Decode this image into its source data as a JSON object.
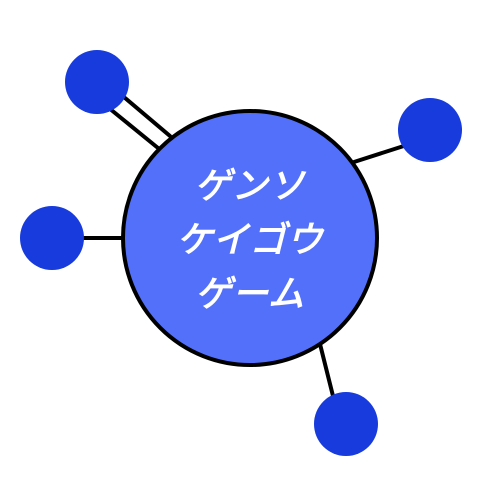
{
  "logo": {
    "lines": [
      "ゲンソ",
      "ケイゴウ",
      "ゲーム"
    ]
  },
  "colors": {
    "background": "#ffffff",
    "center_fill": "#5270fa",
    "center_stroke": "#000000",
    "satellite_fill": "#173bdc",
    "connector": "#000000",
    "text": "#ffffff"
  },
  "icons": {
    "center": "element-core-circle",
    "satellites": [
      "atom-node",
      "atom-node",
      "atom-node",
      "atom-node"
    ]
  }
}
